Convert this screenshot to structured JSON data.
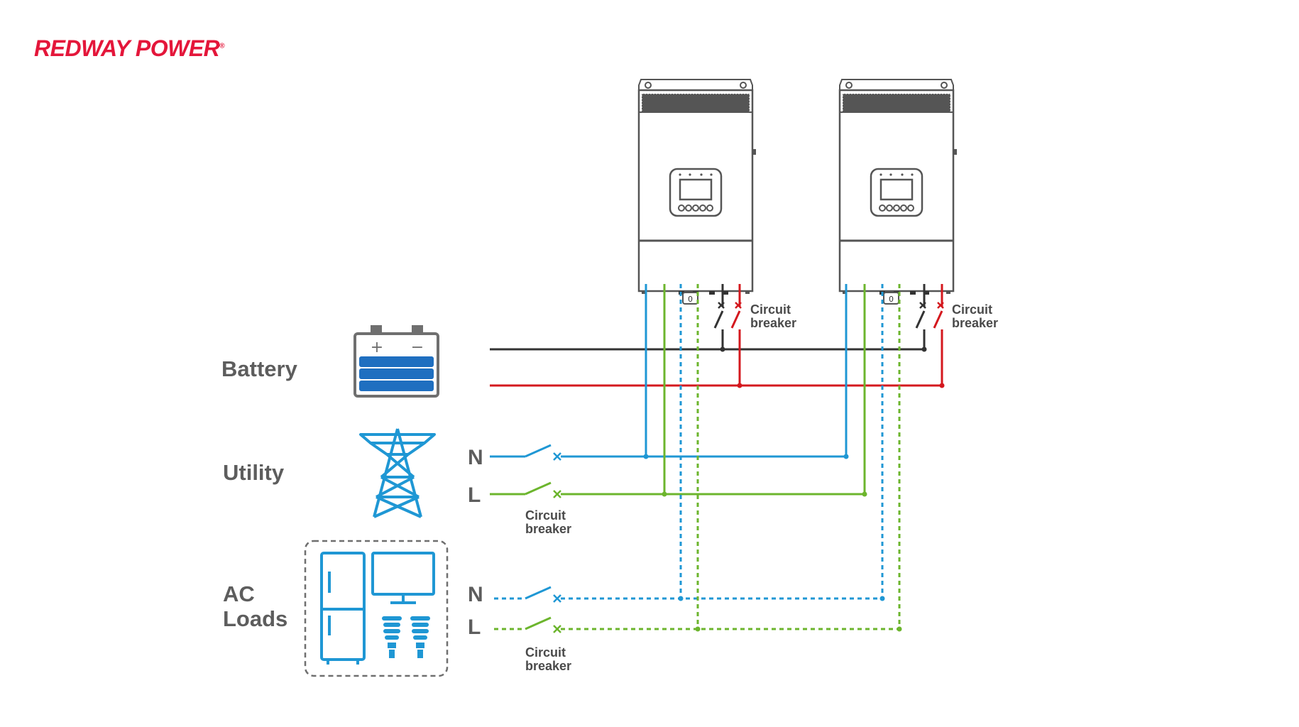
{
  "brand": {
    "name": "REDWAY POWER",
    "mark": "®",
    "color": "#e4163a"
  },
  "sources": {
    "battery": "Battery",
    "utility": "Utility",
    "ac_loads_line1": "AC",
    "ac_loads_line2": "Loads"
  },
  "terminals": {
    "battery_plus": "+",
    "battery_minus": "−",
    "utility_n": "N",
    "utility_l": "L",
    "load_n": "N",
    "load_l": "L"
  },
  "breakers": {
    "line1": "Circuit",
    "line2": "breaker"
  },
  "inverter": {
    "port_label": "0"
  },
  "colors": {
    "neutral": "#1f97d4",
    "live": "#6cb52d",
    "battery_negative": "#333333",
    "battery_positive": "#d4181e",
    "icon_blue": "#1f97d4",
    "battery_cells": "#1f6fc0",
    "text": "#5d5d5d"
  }
}
